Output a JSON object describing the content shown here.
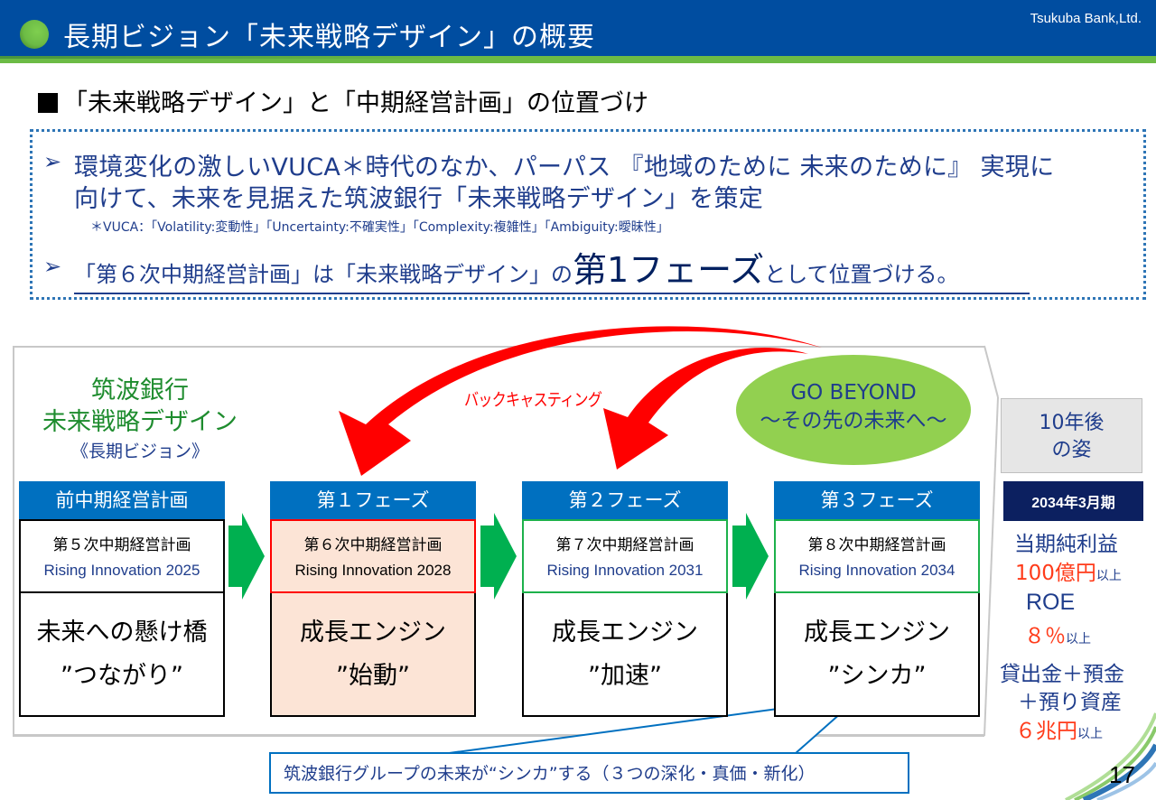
{
  "header": {
    "title": "長期ビジョン「未来戦略デザイン」の概要",
    "company": "Tsukuba Bank,Ltd.",
    "colors": {
      "primary": "#004da0",
      "accent": "#6cbb45"
    }
  },
  "section": {
    "heading": "「未来戦略デザイン」と「中期経営計画」の位置づけ"
  },
  "summary": {
    "bullet_icon": "➢",
    "point1_line1": "環境変化の激しいVUCA＊時代のなか、パーパス 『地域のために 未来のために』 実現に",
    "point1_line2": "向けて、未来を見据えた筑波銀行「未来戦略デザイン」を策定",
    "vuca_note": "＊VUCA：「Volatility:変動性」「Uncertainty:不確実性」「Complexity:複雑性」「Ambiguity:曖昧性」",
    "point2_prefix": "「第６次中期経営計画」は「未来戦略デザイン」の",
    "point2_emphasis": "第1フェーズ",
    "point2_suffix": "として位置づける。"
  },
  "diagram": {
    "vision_title_line1": "筑波銀行",
    "vision_title_line2": "未来戦略デザイン",
    "vision_subtitle": "《長期ビジョン》",
    "backcasting_label": "バックキャスティング",
    "goal_line1": "GO BEYOND",
    "goal_line2": "～その先の未来へ～",
    "phases": [
      {
        "header": "前中期経営計画",
        "plan": "第５次中期経営計画",
        "name": "Rising Innovation 2025",
        "theme_line1": "未来への懸け橋",
        "theme_line2": "”つながり”"
      },
      {
        "header": "第１フェーズ",
        "plan": "第６次中期経営計画",
        "name": "Rising Innovation 2028",
        "theme_line1": "成長エンジン",
        "theme_line2": "”始動”"
      },
      {
        "header": "第２フェーズ",
        "plan": "第７次中期経営計画",
        "name": "Rising Innovation 2031",
        "theme_line1": "成長エンジン",
        "theme_line2": "”加速”"
      },
      {
        "header": "第３フェーズ",
        "plan": "第８次中期経営計画",
        "name": "Rising Innovation 2034",
        "theme_line1": "成長エンジン",
        "theme_line2": "”シンカ”"
      }
    ],
    "callout": "筑波銀行グループの未来が“シンカ”する（３つの深化・真価・新化）"
  },
  "targets": {
    "title_line1": "10年後",
    "title_line2": "の姿",
    "period": "2034年3月期",
    "kpis": [
      {
        "label": "当期純利益",
        "value": "100億円",
        "unit": "以上"
      },
      {
        "label": "ROE",
        "value": "８％",
        "unit": "以上"
      },
      {
        "label_line1": "貸出金＋預金",
        "label_line2": "＋預り資産",
        "value": "６兆円",
        "unit": "以上"
      }
    ]
  },
  "footer": {
    "page_number": "17"
  }
}
